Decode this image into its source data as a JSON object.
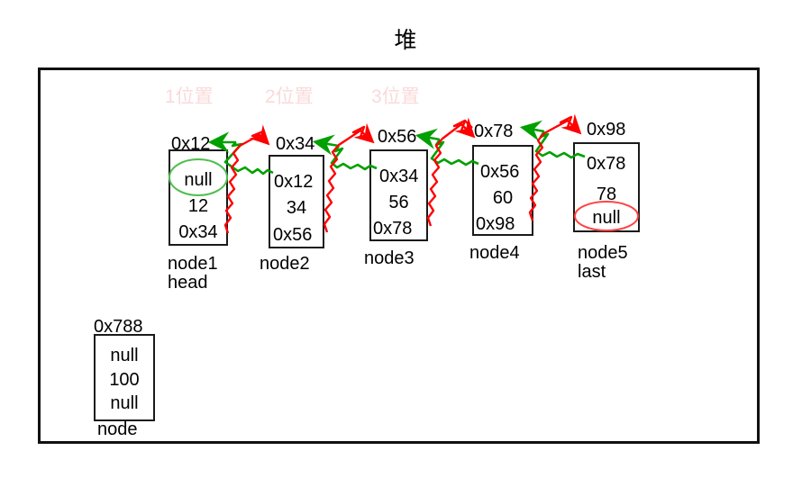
{
  "title": "堆",
  "colors": {
    "frame": "#111111",
    "box": "#1a1a1a",
    "text": "#000000",
    "position_label": "#fadada",
    "green_arrow": "#00a000",
    "red_arrow": "#ff0000",
    "green_ellipse": "#4fbf4f",
    "red_ellipse": "#ff4444"
  },
  "position_labels": [
    {
      "text": "1位置"
    },
    {
      "text": "2位置"
    },
    {
      "text": "3位置"
    }
  ],
  "nodes": [
    {
      "address": "0x12",
      "prev": "null",
      "value": "12",
      "next": "0x34",
      "caption": "node1\nhead",
      "prev_highlight": "green-ellipse",
      "next_highlight": "none"
    },
    {
      "address": "0x34",
      "prev": "0x12",
      "value": "34",
      "next": "0x56",
      "caption": "node2",
      "prev_highlight": "none",
      "next_highlight": "none"
    },
    {
      "address": "0x56",
      "prev": "0x34",
      "value": "56",
      "next": "0x78",
      "caption": "node3",
      "prev_highlight": "none",
      "next_highlight": "none"
    },
    {
      "address": "0x78",
      "prev": "0x56",
      "value": "60",
      "next": "0x98",
      "caption": "node4",
      "prev_highlight": "none",
      "next_highlight": "none"
    },
    {
      "address": "0x98",
      "prev": "0x78",
      "value": "78",
      "next": "null",
      "caption": "node5\nlast",
      "prev_highlight": "none",
      "next_highlight": "red-ellipse"
    }
  ],
  "detached_node": {
    "address": "0x788",
    "prev": "null",
    "value": "100",
    "next": "null",
    "caption": "node"
  }
}
